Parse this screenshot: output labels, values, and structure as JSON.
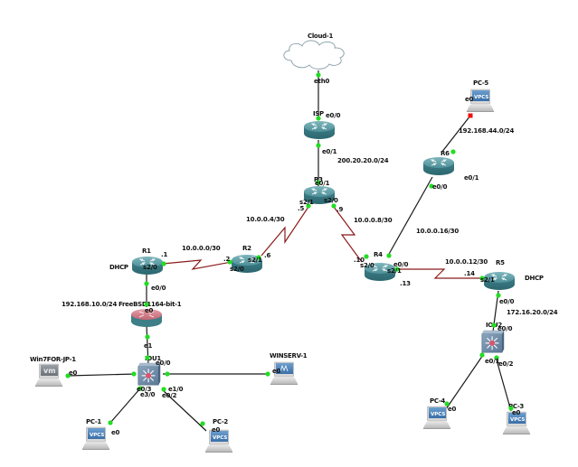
{
  "colors": {
    "link_up": "#22dd22",
    "link_down": "#ee1111",
    "ethernet_link": "#1a1a1a",
    "serial_link": "#8b1a1a",
    "router_body": "#4a8f99",
    "firewall_body": "#c06070",
    "switch_body": "#6d8aa6"
  },
  "nodes": [
    {
      "id": "cloud1",
      "name": "Cloud-1",
      "type": "cloud",
      "icon": "cloud-icon"
    },
    {
      "id": "isp",
      "name": "ISP",
      "type": "router",
      "icon": "router-icon"
    },
    {
      "id": "r3",
      "name": "R3",
      "type": "router",
      "icon": "router-icon"
    },
    {
      "id": "r6",
      "name": "R6",
      "type": "router",
      "icon": "router-icon"
    },
    {
      "id": "pc5",
      "name": "PC-5",
      "type": "vpcs",
      "icon": "vpcs-pc-icon",
      "screen": "VPCS"
    },
    {
      "id": "r1",
      "name": "R1",
      "type": "router",
      "icon": "router-icon",
      "tag": "DHCP"
    },
    {
      "id": "r2",
      "name": "R2",
      "type": "router",
      "icon": "router-icon"
    },
    {
      "id": "r4",
      "name": "R4",
      "type": "router",
      "icon": "router-icon"
    },
    {
      "id": "r5",
      "name": "R5",
      "type": "router",
      "icon": "router-icon",
      "tag": "DHCP"
    },
    {
      "id": "fw",
      "name": "FreeBSD1164-bit-1",
      "type": "firewall",
      "icon": "firewall-router-icon"
    },
    {
      "id": "iou1",
      "name": "IOU1",
      "type": "switch",
      "icon": "switch-icon"
    },
    {
      "id": "iou2",
      "name": "IOU2",
      "type": "switch",
      "icon": "switch-icon"
    },
    {
      "id": "win7",
      "name": "Win7FOR-JP-1",
      "type": "vm",
      "icon": "vm-pc-icon",
      "screen": "vm"
    },
    {
      "id": "winserv",
      "name": "WINSERV-1",
      "type": "vm",
      "icon": "server-pc-icon",
      "screen": "W"
    },
    {
      "id": "pc1",
      "name": "PC-1",
      "type": "vpcs",
      "icon": "vpcs-pc-icon",
      "screen": "VPCS"
    },
    {
      "id": "pc2",
      "name": "PC-2",
      "type": "vpcs",
      "icon": "vpcs-pc-icon",
      "screen": "VPCS"
    },
    {
      "id": "pc3",
      "name": "PC-3",
      "type": "vpcs",
      "icon": "vpcs-pc-icon",
      "screen": "VPCS"
    },
    {
      "id": "pc4",
      "name": "PC-4",
      "type": "vpcs",
      "icon": "vpcs-pc-icon",
      "screen": "VPCS"
    }
  ],
  "links": [
    {
      "id": "cloud-isp",
      "a": "cloud1",
      "a_port": "eth0",
      "b": "isp",
      "b_port": "e0/0",
      "kind": "ethernet",
      "status": "up"
    },
    {
      "id": "isp-r3",
      "a": "isp",
      "a_port": "e0/1",
      "b": "r3",
      "b_port": "e0/1",
      "kind": "ethernet",
      "status": "up",
      "network": "200.20.20.0/24"
    },
    {
      "id": "r3-r2",
      "a": "r3",
      "a_port": "s2/1",
      "a_ip": ".5",
      "b": "r2",
      "b_port": "s2/1",
      "b_ip": ".6",
      "kind": "serial",
      "status": "up",
      "network": "10.0.0.4/30"
    },
    {
      "id": "r3-r4",
      "a": "r3",
      "a_port": "s2/0",
      "a_ip": ".9",
      "b": "r4",
      "b_port": "s2/0",
      "b_ip": ".10",
      "kind": "serial",
      "status": "up",
      "network": "10.0.0.8/30"
    },
    {
      "id": "r1-r2",
      "a": "r1",
      "a_port": "s2/0",
      "a_ip": ".1",
      "b": "r2",
      "b_port": "s2/0",
      "b_ip": ".2",
      "kind": "serial",
      "status": "up",
      "network": "10.0.0.0/30"
    },
    {
      "id": "r4-r6",
      "a": "r4",
      "a_port": "e0/0",
      "b": "r6",
      "b_port": "e0/0",
      "kind": "ethernet",
      "status": "up",
      "network": "10.0.0.16/30"
    },
    {
      "id": "r6-pc5",
      "a": "r6",
      "a_port": "e0/1",
      "b": "pc5",
      "b_port": "e0",
      "kind": "ethernet",
      "status": "down",
      "network": "192.168.44.0/24"
    },
    {
      "id": "r4-r5",
      "a": "r4",
      "a_port": "s2/1",
      "a_ip": ".13",
      "b": "r5",
      "b_port": "s2/1",
      "b_ip": ".14",
      "kind": "serial",
      "status": "up",
      "network": "10.0.0.12/30"
    },
    {
      "id": "r1-fw",
      "a": "r1",
      "a_port": "e0/0",
      "b": "fw",
      "b_port": "e0",
      "kind": "ethernet",
      "status": "up",
      "network": "192.168.10.0/24"
    },
    {
      "id": "fw-iou1",
      "a": "fw",
      "a_port": "e1",
      "b": "iou1",
      "b_port": "",
      "kind": "ethernet",
      "status": "up"
    },
    {
      "id": "iou1-win7",
      "a": "iou1",
      "a_port": "",
      "b": "win7",
      "b_port": "e0",
      "kind": "ethernet",
      "status": "up"
    },
    {
      "id": "iou1-winserv",
      "a": "iou1",
      "a_port": "e0/0",
      "b": "winserv",
      "b_port": "e0",
      "kind": "ethernet",
      "status": "up"
    },
    {
      "id": "iou1-pc1",
      "a": "iou1",
      "a_port": "e0/3",
      "b": "pc1",
      "b_port": "e0",
      "kind": "ethernet",
      "status": "up"
    },
    {
      "id": "iou1-pc2",
      "a": "iou1",
      "a_port": "e1/0",
      "b": "pc2",
      "b_port": "e0",
      "kind": "ethernet",
      "status": "up"
    },
    {
      "id": "r5-iou2",
      "a": "r5",
      "a_port": "e0/0",
      "b": "iou2",
      "b_port": "e0/0",
      "kind": "ethernet",
      "status": "up",
      "network": "172.16.20.0/24"
    },
    {
      "id": "iou2-pc4",
      "a": "iou2",
      "a_port": "e0/1",
      "b": "pc4",
      "b_port": "e0",
      "kind": "ethernet",
      "status": "up"
    },
    {
      "id": "iou2-pc3",
      "a": "iou2",
      "a_port": "e0/2",
      "b": "pc3",
      "b_port": "e0",
      "kind": "ethernet",
      "status": "up"
    }
  ],
  "labels": {
    "cloud_eth0": "eth0",
    "isp_e00": "e0/0",
    "isp_e01": "e0/1",
    "r3_e01": "e0/1",
    "r3_s21": "s2/1",
    "r3_s20": "s2/0",
    "r3_ip5": ".5",
    "r3_ip9": ".9",
    "net_200": "200.20.20.0/24",
    "net_104": "10.0.0.4/30",
    "net_108": "10.0.0.8/30",
    "net_100": "10.0.0.0/30",
    "net_1016": "10.0.0.16/30",
    "net_1012": "10.0.0.12/30",
    "net_19244": "192.168.44.0/24",
    "net_19210": "192.168.10.0/24",
    "net_17216": "172.16.20.0/24",
    "pc5_e0": "e0",
    "r6_e01": "e0/1",
    "r6_e00": "e0/0",
    "r2_ip6": ".6",
    "r2_s21": "s2/1",
    "r2_ip2": ".2",
    "r2_s20": "s2/0",
    "r1_ip1": ".1",
    "r1_s20": "s2/0",
    "r1_e00": "e0/0",
    "r4_ip10": ".10",
    "r4_s20": "s2/0",
    "r4_e00": "e0/0",
    "r4_s21": "s2/1",
    "r4_ip13": ".13",
    "r5_ip14": ".14",
    "r5_s21": "s2/1",
    "r5_e00": "e0/0",
    "fw_e0": "e0",
    "fw_e1": "e1",
    "iou1_e00": "e0/0",
    "iou1_e03": "e0/3",
    "iou1_e30": "e3/0",
    "iou1_e10": "e1/0",
    "iou1_e02": "e0/2",
    "win7_e0": "e0",
    "winserv_e0": "e0",
    "pc1_e0": "e0",
    "pc2_e0": "e0",
    "iou2_e00": "e0/0",
    "iou2_e01": "e0/1",
    "iou2_e02": "e0/2",
    "pc4_e0": "e0",
    "pc3_e0": "e0"
  }
}
